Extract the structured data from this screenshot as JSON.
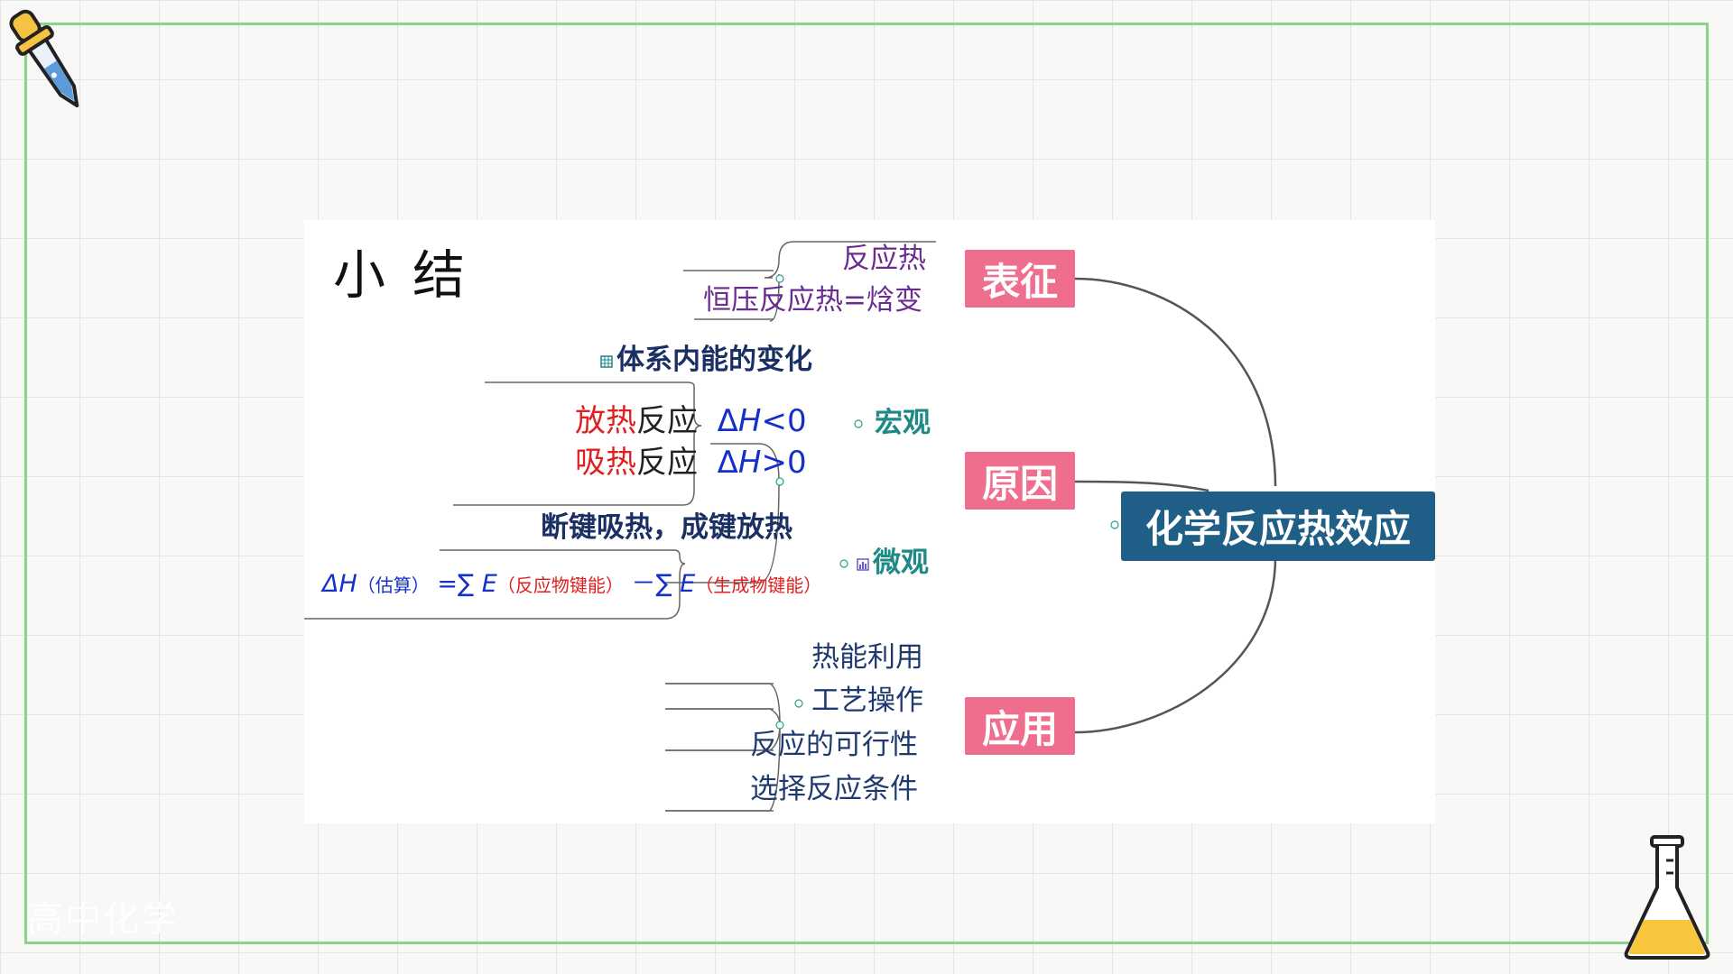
{
  "footer": {
    "watermark": "高中化学"
  },
  "summary": {
    "title": "小结"
  },
  "root": {
    "label": "化学反应热效应"
  },
  "branches": {
    "biaozheng": {
      "label": "表征",
      "items": [
        "反应热",
        "恒压反应热=焓变"
      ]
    },
    "yuanyin": {
      "label": "原因",
      "hongguan": {
        "label": "宏观",
        "note": "体系内能的变化",
        "exo": {
          "word": "放热",
          "rest": "反应",
          "delta": "Δ",
          "h": "H",
          "rel": "<0"
        },
        "endo": {
          "word": "吸热",
          "rest": "反应",
          "delta": "Δ",
          "h": "H",
          "rel": ">0"
        }
      },
      "weiguan": {
        "label": "微观",
        "note": "断键吸热，成键放热",
        "formula": {
          "lhs": "ΔH",
          "lhs_sub": "（估算）",
          "eq_sum1": "=∑",
          "e1": "E",
          "sub1": "（反应物键能）",
          "minus_sum": "－∑",
          "e2": "E",
          "sub2": "（生成物键能）"
        }
      }
    },
    "yingyong": {
      "label": "应用",
      "items": [
        "热能利用",
        "工艺操作",
        "反应的可行性",
        "选择反应条件"
      ]
    }
  },
  "colors": {
    "pink_box": "#ef6e8e",
    "root_box": "#1f5e86",
    "purple_text": "#6a2c91",
    "navy_text": "#1f3a6e",
    "teal_text": "#1e8a86",
    "red_text": "#e02020",
    "blue_text": "#1530c8",
    "frame": "#8cd38a"
  },
  "icons": [
    "dropper-icon",
    "flask-icon",
    "table-icon",
    "chart-icon",
    "expand-icon"
  ]
}
